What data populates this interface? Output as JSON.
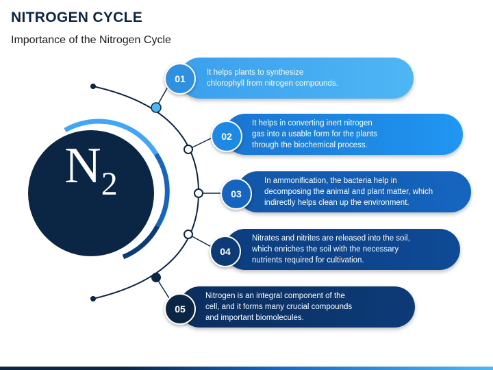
{
  "title": "NITROGEN CYCLE",
  "subtitle": "Importance of the Nitrogen Cycle",
  "center": {
    "symbol": "N",
    "subscript": "2"
  },
  "colors": {
    "dark_navy": "#0b2545",
    "navy": "#0d3b78",
    "blue": "#1565c0",
    "mid_blue": "#1e88e5",
    "light_blue": "#42a5f5",
    "sky": "#4fb6f4"
  },
  "items": [
    {
      "number": "01",
      "text": "It helps plants to synthesize\nchlorophyll from nitrogen compounds."
    },
    {
      "number": "02",
      "text": "It helps in converting inert nitrogen\ngas into a usable form for the plants\nthrough the biochemical process."
    },
    {
      "number": "03",
      "text": "In ammonification, the bacteria help in\ndecomposing the animal and plant matter, which\nindirectly helps clean up the environment."
    },
    {
      "number": "04",
      "text": "Nitrates and nitrites are released into the soil,\nwhich enriches the soil with the necessary\nnutrients required for cultivation."
    },
    {
      "number": "05",
      "text": "Nitrogen is an integral component of the\ncell, and it forms many crucial compounds\nand important biomolecules."
    }
  ]
}
